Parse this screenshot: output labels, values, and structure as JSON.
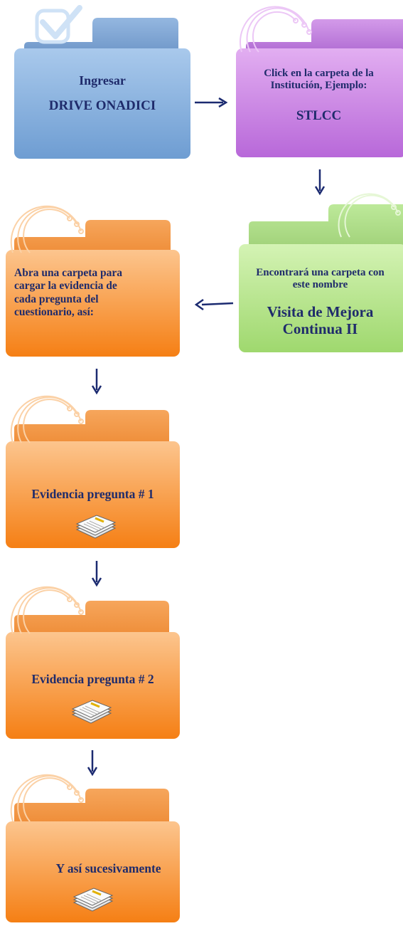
{
  "colors": {
    "text": "#1f2b6b",
    "arrow": "#1b2a70",
    "blue": "#7ea9d8",
    "purple": "#c77fe3",
    "green": "#b5e38d",
    "orange": "#f79a3e"
  },
  "steps": [
    {
      "id": "step1",
      "color": "blue",
      "lines": [
        "Ingresar",
        "DRIVE ONADICI"
      ],
      "icon": "check-icon"
    },
    {
      "id": "step2",
      "color": "purple",
      "lines": [
        "Click en la carpeta de la",
        "Institución, Ejemplo:",
        "STLCC"
      ],
      "icon": "circuit-icon"
    },
    {
      "id": "step3",
      "color": "green",
      "lines": [
        "Encontrará una carpeta con",
        "este nombre",
        "Visita de Mejora",
        "Continua II"
      ],
      "icon": "circuit-icon"
    },
    {
      "id": "step4",
      "color": "orange",
      "lines": [
        "Abra una carpeta para",
        "cargar la evidencia de",
        "cada pregunta del",
        "cuestionario, así:"
      ],
      "icon": "circuit-icon"
    },
    {
      "id": "step5",
      "color": "orange",
      "lines": [
        "Evidencia pregunta # 1"
      ],
      "icon": "paper-stack-icon"
    },
    {
      "id": "step6",
      "color": "orange",
      "lines": [
        "Evidencia pregunta # 2"
      ],
      "icon": "paper-stack-icon"
    },
    {
      "id": "step7",
      "color": "orange",
      "lines": [
        "Y así sucesivamente"
      ],
      "icon": "paper-stack-icon"
    }
  ]
}
